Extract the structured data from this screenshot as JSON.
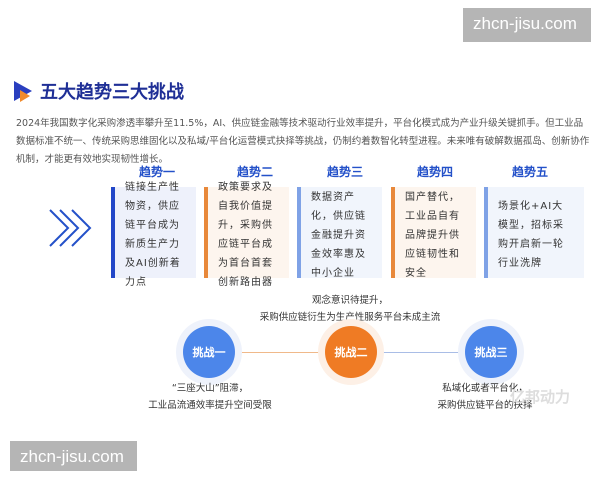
{
  "watermarks": [
    "zhcn-jisu.com",
    "zhcn-jisu.com"
  ],
  "title": "五大趋势三大挑战",
  "intro": "2024年我国数字化采购渗透率攀升至11.5%，AI、供应链金融等技术驱动行业效率提升，平台化模式成为产业升级关键抓手。但工业品数据标准不统一、传统采购思维固化以及私域/平台化运营模式抉择等挑战，仍制约着数智化转型进程。未来唯有破解数据孤岛、创新协作机制，才能更有效地实现韧性增长。",
  "trends": [
    {
      "label": "趋势一",
      "text": "链接生产性物资，供应链平台成为新质生产力及AI创新着力点"
    },
    {
      "label": "趋势二",
      "text": "政策要求及自我价值提升，采购供应链平台成为首台首套创新路由器"
    },
    {
      "label": "趋势三",
      "text": "数据资产化，供应链金融提升资金效率惠及中小企业"
    },
    {
      "label": "趋势四",
      "text": "国产替代，工业品自有品牌提升供应链韧性和安全"
    },
    {
      "label": "趋势五",
      "text": "场景化+AI大模型，招标采购开启新一轮行业洗牌"
    }
  ],
  "challenges": [
    {
      "label": "挑战一",
      "line1": "“三座大山”阻滞，",
      "line2": "工业品流通效率提升空间受限"
    },
    {
      "label": "挑战二",
      "line1": "观念意识待提升，",
      "line2": "采购供应链衍生为生产性服务平台未成主流"
    },
    {
      "label": "挑战三",
      "line1": "私域化或者平台化，",
      "line2": "采购供应链平台的抉择"
    }
  ],
  "source_logo": "亿邦动力",
  "colors": {
    "blue": "#2347c8",
    "orange": "#ef7b24",
    "light_blue": "#4c86ea"
  }
}
